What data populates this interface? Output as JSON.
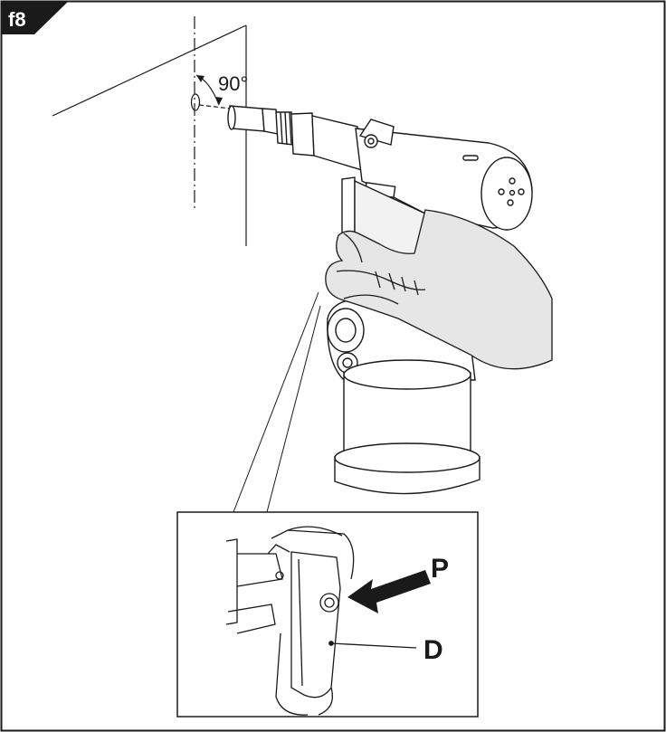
{
  "figure": {
    "badge": "f8",
    "angle_label": "90°",
    "callouts": {
      "p": "P",
      "d": "D"
    }
  },
  "colors": {
    "line": "#1a1a1a",
    "badge_fill": "#1a1a1a",
    "badge_text": "#ffffff",
    "glove": "#e6e6e6",
    "tool_shadow": "#dcdcdc"
  }
}
